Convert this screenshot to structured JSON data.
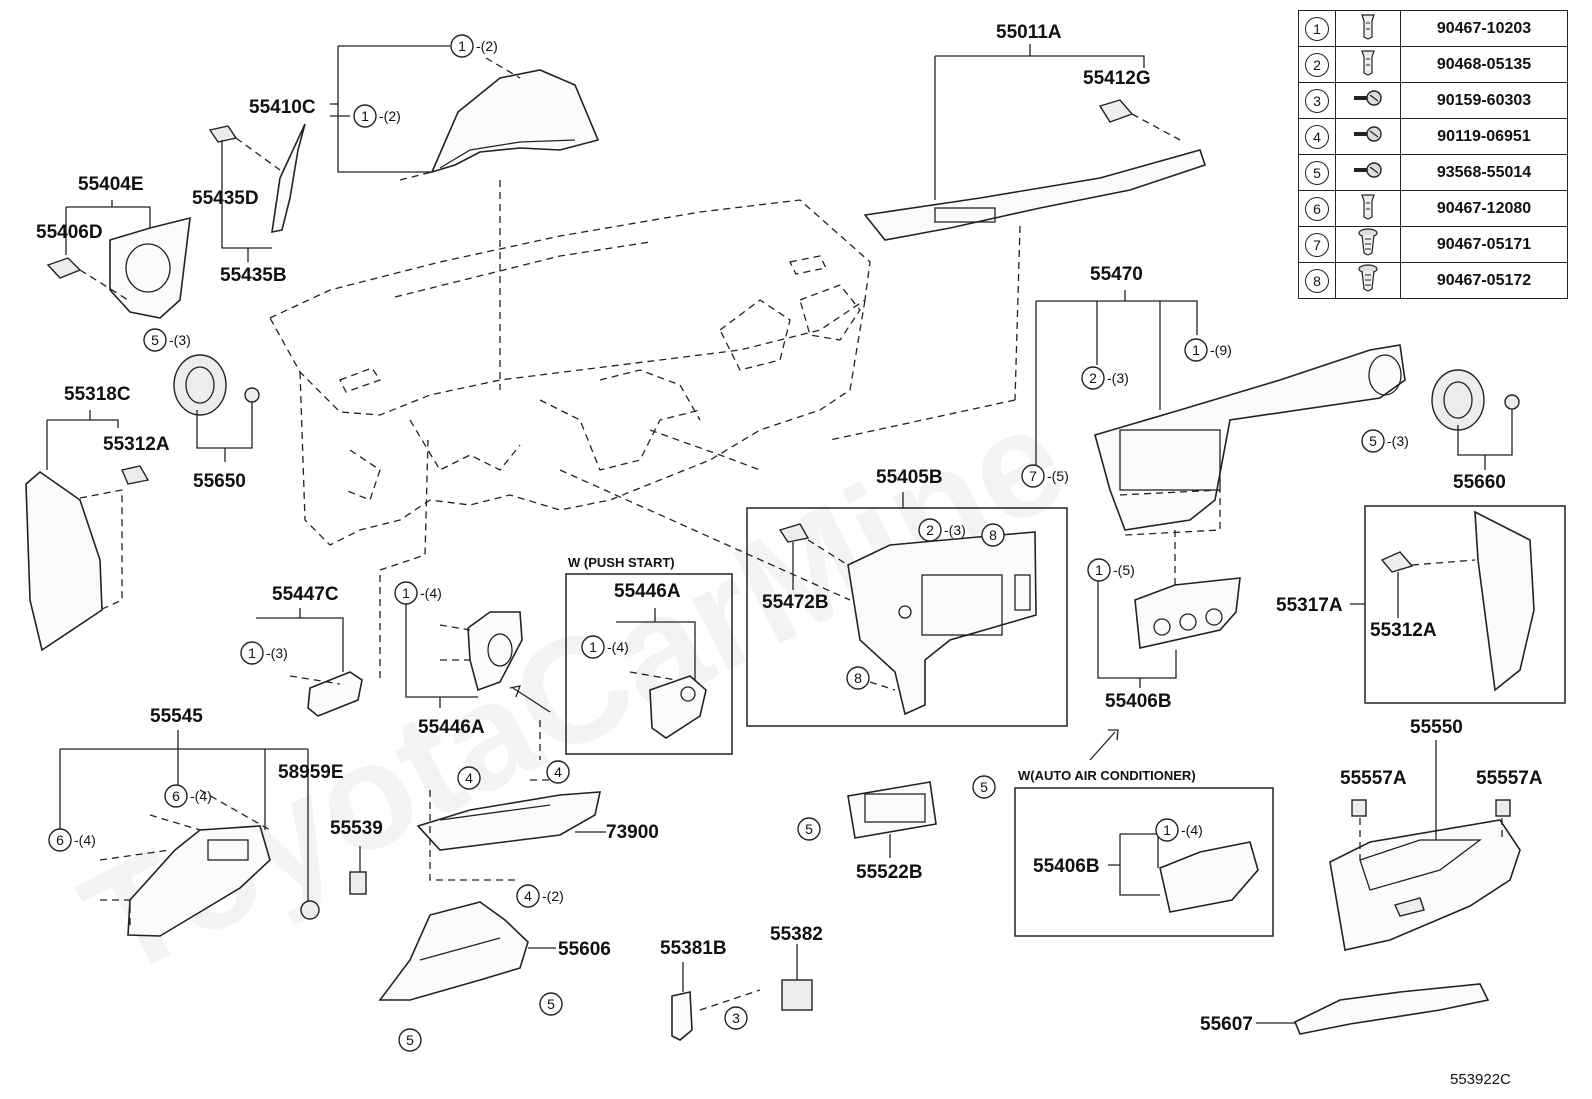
{
  "watermark": "ToyotaCarMine",
  "drawing_number": "553922C",
  "variant_boxes": {
    "push_start": "W (PUSH  START)",
    "auto_air": "W(AUTO AIR CONDITIONER)"
  },
  "part_labels": {
    "p55011A": "55011A",
    "p55412G": "55412G",
    "p55410C": "55410C",
    "p55404E": "55404E",
    "p55406D": "55406D",
    "p55435D": "55435D",
    "p55435B": "55435B",
    "p55318C": "55318C",
    "p55312A_left": "55312A",
    "p55650": "55650",
    "p55470": "55470",
    "p55660": "55660",
    "p55405B": "55405B",
    "p55472B": "55472B",
    "p55447C": "55447C",
    "p55446A_main": "55446A",
    "p55446A_box": "55446A",
    "p55406B_main": "55406B",
    "p55406B_box": "55406B",
    "p55317A": "55317A",
    "p55312A_right": "55312A",
    "p55545": "55545",
    "p58959E": "58959E",
    "p55539": "55539",
    "p73900": "73900",
    "p55522B": "55522B",
    "p55550": "55550",
    "p55557A_left": "55557A",
    "p55557A_right": "55557A",
    "p55606": "55606",
    "p55381B": "55381B",
    "p55382": "55382",
    "p55607": "55607"
  },
  "callouts": [
    {
      "num": "1",
      "qty": "(2)"
    },
    {
      "num": "1",
      "qty": "(2)"
    },
    {
      "num": "5",
      "qty": "(3)"
    },
    {
      "num": "2",
      "qty": "(3)"
    },
    {
      "num": "1",
      "qty": "(9)"
    },
    {
      "num": "7",
      "qty": "(5)"
    },
    {
      "num": "5",
      "qty": "(3)"
    },
    {
      "num": "2",
      "qty": "(3)"
    },
    {
      "num": "8",
      "qty": ""
    },
    {
      "num": "8",
      "qty": ""
    },
    {
      "num": "1",
      "qty": "(5)"
    },
    {
      "num": "1",
      "qty": "(3)"
    },
    {
      "num": "1",
      "qty": "(4)"
    },
    {
      "num": "1",
      "qty": "(4)"
    },
    {
      "num": "4",
      "qty": ""
    },
    {
      "num": "4",
      "qty": ""
    },
    {
      "num": "4",
      "qty": "(2)"
    },
    {
      "num": "6",
      "qty": "(4)"
    },
    {
      "num": "6",
      "qty": "(4)"
    },
    {
      "num": "5",
      "qty": ""
    },
    {
      "num": "5",
      "qty": ""
    },
    {
      "num": "1",
      "qty": "(4)"
    },
    {
      "num": "5",
      "qty": ""
    },
    {
      "num": "5",
      "qty": ""
    },
    {
      "num": "3",
      "qty": ""
    }
  ],
  "fastener_legend": [
    {
      "num": "1",
      "icon": "clip-icon",
      "part": "90467-10203"
    },
    {
      "num": "2",
      "icon": "clip-icon",
      "part": "90468-05135"
    },
    {
      "num": "3",
      "icon": "screw-icon",
      "part": "90159-60303"
    },
    {
      "num": "4",
      "icon": "screw-icon",
      "part": "90119-06951"
    },
    {
      "num": "5",
      "icon": "screw-icon",
      "part": "93568-55014"
    },
    {
      "num": "6",
      "icon": "clip-icon",
      "part": "90467-12080"
    },
    {
      "num": "7",
      "icon": "push-rivet-icon",
      "part": "90467-05171"
    },
    {
      "num": "8",
      "icon": "push-rivet-icon",
      "part": "90467-05172"
    }
  ]
}
